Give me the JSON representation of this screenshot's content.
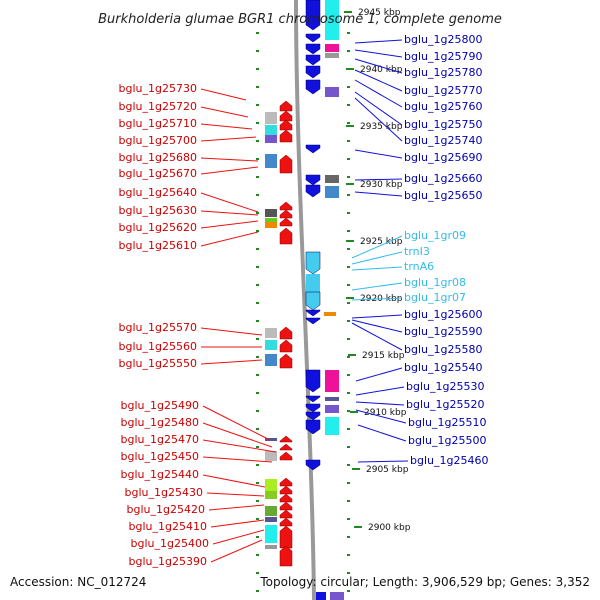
{
  "title": "Burkholderia glumae BGR1 chromosome 1, complete genome",
  "footer": {
    "accession": "Accession: NC_012724",
    "summary": "Topology: circular; Length: 3,906,529 bp; Genes: 3,352"
  },
  "scale_labels": [
    "2945 kbp",
    "2940 kbp",
    "2935 kbp",
    "2930 kbp",
    "2925 kbp",
    "2920 kbp",
    "2915 kbp",
    "2910 kbp",
    "2905 kbp",
    "2900 kbp"
  ],
  "left_genes": [
    "bglu_1g25730",
    "bglu_1g25720",
    "bglu_1g25710",
    "bglu_1g25700",
    "bglu_1g25680",
    "bglu_1g25670",
    "bglu_1g25640",
    "bglu_1g25630",
    "bglu_1g25620",
    "bglu_1g25610",
    "bglu_1g25570",
    "bglu_1g25560",
    "bglu_1g25550",
    "bglu_1g25490",
    "bglu_1g25480",
    "bglu_1g25470",
    "bglu_1g25450",
    "bglu_1g25440",
    "bglu_1g25430",
    "bglu_1g25420",
    "bglu_1g25410",
    "bglu_1g25400",
    "bglu_1g25390"
  ],
  "right_genes": [
    "bglu_1g25800",
    "bglu_1g25790",
    "bglu_1g25780",
    "bglu_1g25770",
    "bglu_1g25760",
    "bglu_1g25750",
    "bglu_1g25740",
    "bglu_1g25690",
    "bglu_1g25660",
    "bglu_1g25650",
    "bglu_1g25600",
    "bglu_1g25590",
    "bglu_1g25580",
    "bglu_1g25540",
    "bglu_1g25530",
    "bglu_1g25520",
    "bglu_1g25510",
    "bglu_1g25500",
    "bglu_1g25460"
  ],
  "rna_genes": [
    "bglu_1gr09",
    "trnI3",
    "trnA6",
    "bglu_1gr08",
    "bglu_1gr07"
  ],
  "colors": {
    "forward_gene": "#ee1111",
    "reverse_gene": "#1111dd",
    "rna_gene": "#44ccee",
    "left_label": "#cc0000",
    "right_label": "#0000aa",
    "rna_label": "#33bbee",
    "backbone": "#888888",
    "ticks": "#228822"
  }
}
